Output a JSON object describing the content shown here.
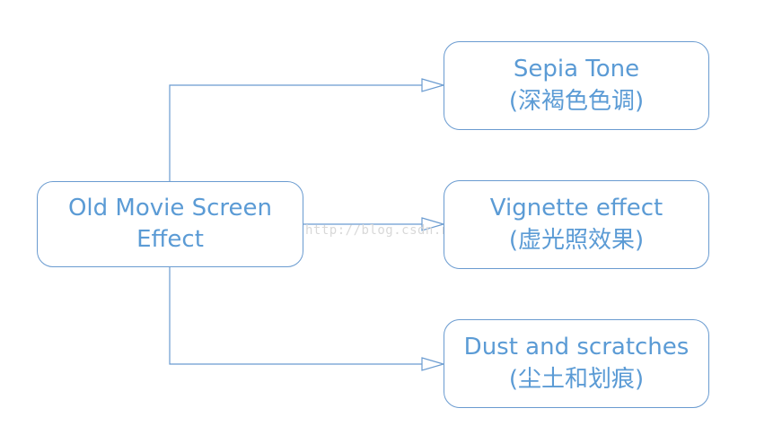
{
  "diagram": {
    "source": {
      "line1": "Old Movie Screen",
      "line2": "Effect"
    },
    "targets": [
      {
        "line1": "Sepia Tone",
        "line2": "(深褐色色调)"
      },
      {
        "line1": "Vignette effect",
        "line2": "(虚光照效果)"
      },
      {
        "line1": "Dust and scratches",
        "line2": "(尘土和划痕)"
      }
    ]
  },
  "watermark": "http://blog.csdn.net/",
  "colors": {
    "stroke": "#6a9bd0",
    "text": "#5b9bd5"
  }
}
